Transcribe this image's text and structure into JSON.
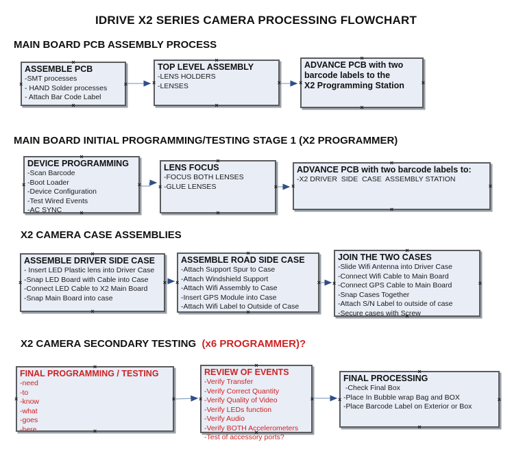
{
  "title": "IDRIVE X2  SERIES CAMERA PROCESSING FLOWCHART",
  "glyphs": {
    "anchor": "×"
  },
  "colors": {
    "box_fill": "#e8edf6",
    "box_border": "#5a5b5e",
    "connector_line": "#8da3bf",
    "arrowhead": "#2f4f87",
    "red": "#cc2222"
  },
  "sections": [
    {
      "header": "MAIN BOARD PCB ASSEMBLY PROCESS",
      "boxes": [
        {
          "title": "ASSEMBLE PCB",
          "lines": [
            "-SMT processes",
            "- HAND Solder processes",
            "- Attach Bar Code Label"
          ]
        },
        {
          "title": "TOP LEVEL ASSEMBLY",
          "lines": [
            "-LENS HOLDERS",
            "-LENSES"
          ]
        },
        {
          "title": "ADVANCE PCB with two\nbarcode labels to the\n X2 Programming Station",
          "lines": []
        }
      ]
    },
    {
      "header": "MAIN BOARD INITIAL PROGRAMMING/TESTING STAGE 1 (X2 PROGRAMMER)",
      "boxes": [
        {
          "title": "DEVICE PROGRAMMING",
          "lines": [
            "-Scan Barcode",
            "-Boot Loader",
            "-Device Configuration",
            "-Test Wired Events",
            "-AC SYNC"
          ]
        },
        {
          "title": "LENS FOCUS",
          "lines": [
            "-FOCUS BOTH LENSES",
            "-GLUE LENSES"
          ]
        },
        {
          "title": "ADVANCE PCB with two barcode labels to:",
          "lines": [
            "-X2 DRIVER  SIDE  CASE  ASSEMBLY STATION"
          ]
        }
      ]
    },
    {
      "header": "X2 CAMERA CASE ASSEMBLIES",
      "boxes": [
        {
          "title": "ASSEMBLE DRIVER SIDE CASE",
          "lines": [
            "- Insert LED Plastic lens into Driver Case",
            "-Snap LED Board with Cable into Case",
            "-Connect LED Cable to X2 Main Board",
            "-Snap Main Board into case"
          ]
        },
        {
          "title": "ASSEMBLE ROAD SIDE CASE",
          "lines": [
            "-Attach Support Spur to Case",
            "-Attach Windshield Support",
            "-Attach Wifi Assembly to Case",
            "-Insert GPS Module into Case",
            "-Attach Wifi Label to Outside of Case"
          ]
        },
        {
          "title": "JOIN THE TWO CASES",
          "lines": [
            "-Slide Wifi Antenna into Driver Case",
            "-Connect Wifi Cable to Main Board",
            "-Connect GPS Cable to Main Board",
            "-Snap Cases Together",
            "-Attach S/N Label to outside of case",
            "-Secure cases with Screw"
          ]
        }
      ]
    },
    {
      "header": "X2 CAMERA SECONDARY TESTING  ",
      "header_red": "(x6 PROGRAMMER)?",
      "boxes": [
        {
          "title": "FINAL PROGRAMMING / TESTING",
          "lines": [
            "-need",
            "-to",
            "-know",
            "-what",
            "-goes",
            "-here"
          ]
        },
        {
          "title": "REVIEW OF EVENTS",
          "lines": [
            "-Verify Transfer",
            "-Verify Correct Quantity",
            "-Verify Quality of Video",
            "-Verify LEDs function",
            "-Verify Audio",
            "-Verify BOTH Accelerometers",
            "-Test of accessory ports?"
          ]
        },
        {
          "title": "FINAL PROCESSING",
          "lines": [
            " -Check Final Box",
            "-Place In Bubble wrap Bag and BOX",
            "-Place Barcode Label on Exterior or Box"
          ]
        }
      ]
    }
  ]
}
